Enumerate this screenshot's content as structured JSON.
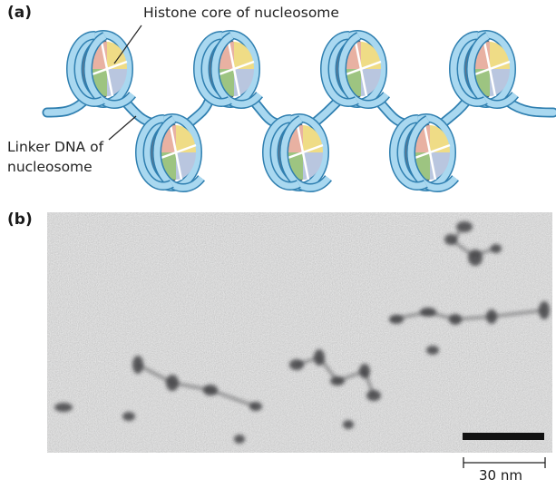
{
  "panel_a": {
    "label": "(a)",
    "histone_callout": "Histone core of nucleosome",
    "linker_callout_line1": "Linker DNA of",
    "linker_callout_line2": "nucleosome",
    "colors": {
      "dna": "#a9d8f0",
      "dna_edge": "#2f7fb0",
      "histone_pink": "#e8b1a2",
      "histone_yellow": "#efdc86",
      "histone_green": "#9dc481",
      "histone_blue": "#b9c6df",
      "histone_shadow": "#6c7384"
    }
  },
  "panel_b": {
    "label": "(b)",
    "scale_bar": "30 nm"
  }
}
